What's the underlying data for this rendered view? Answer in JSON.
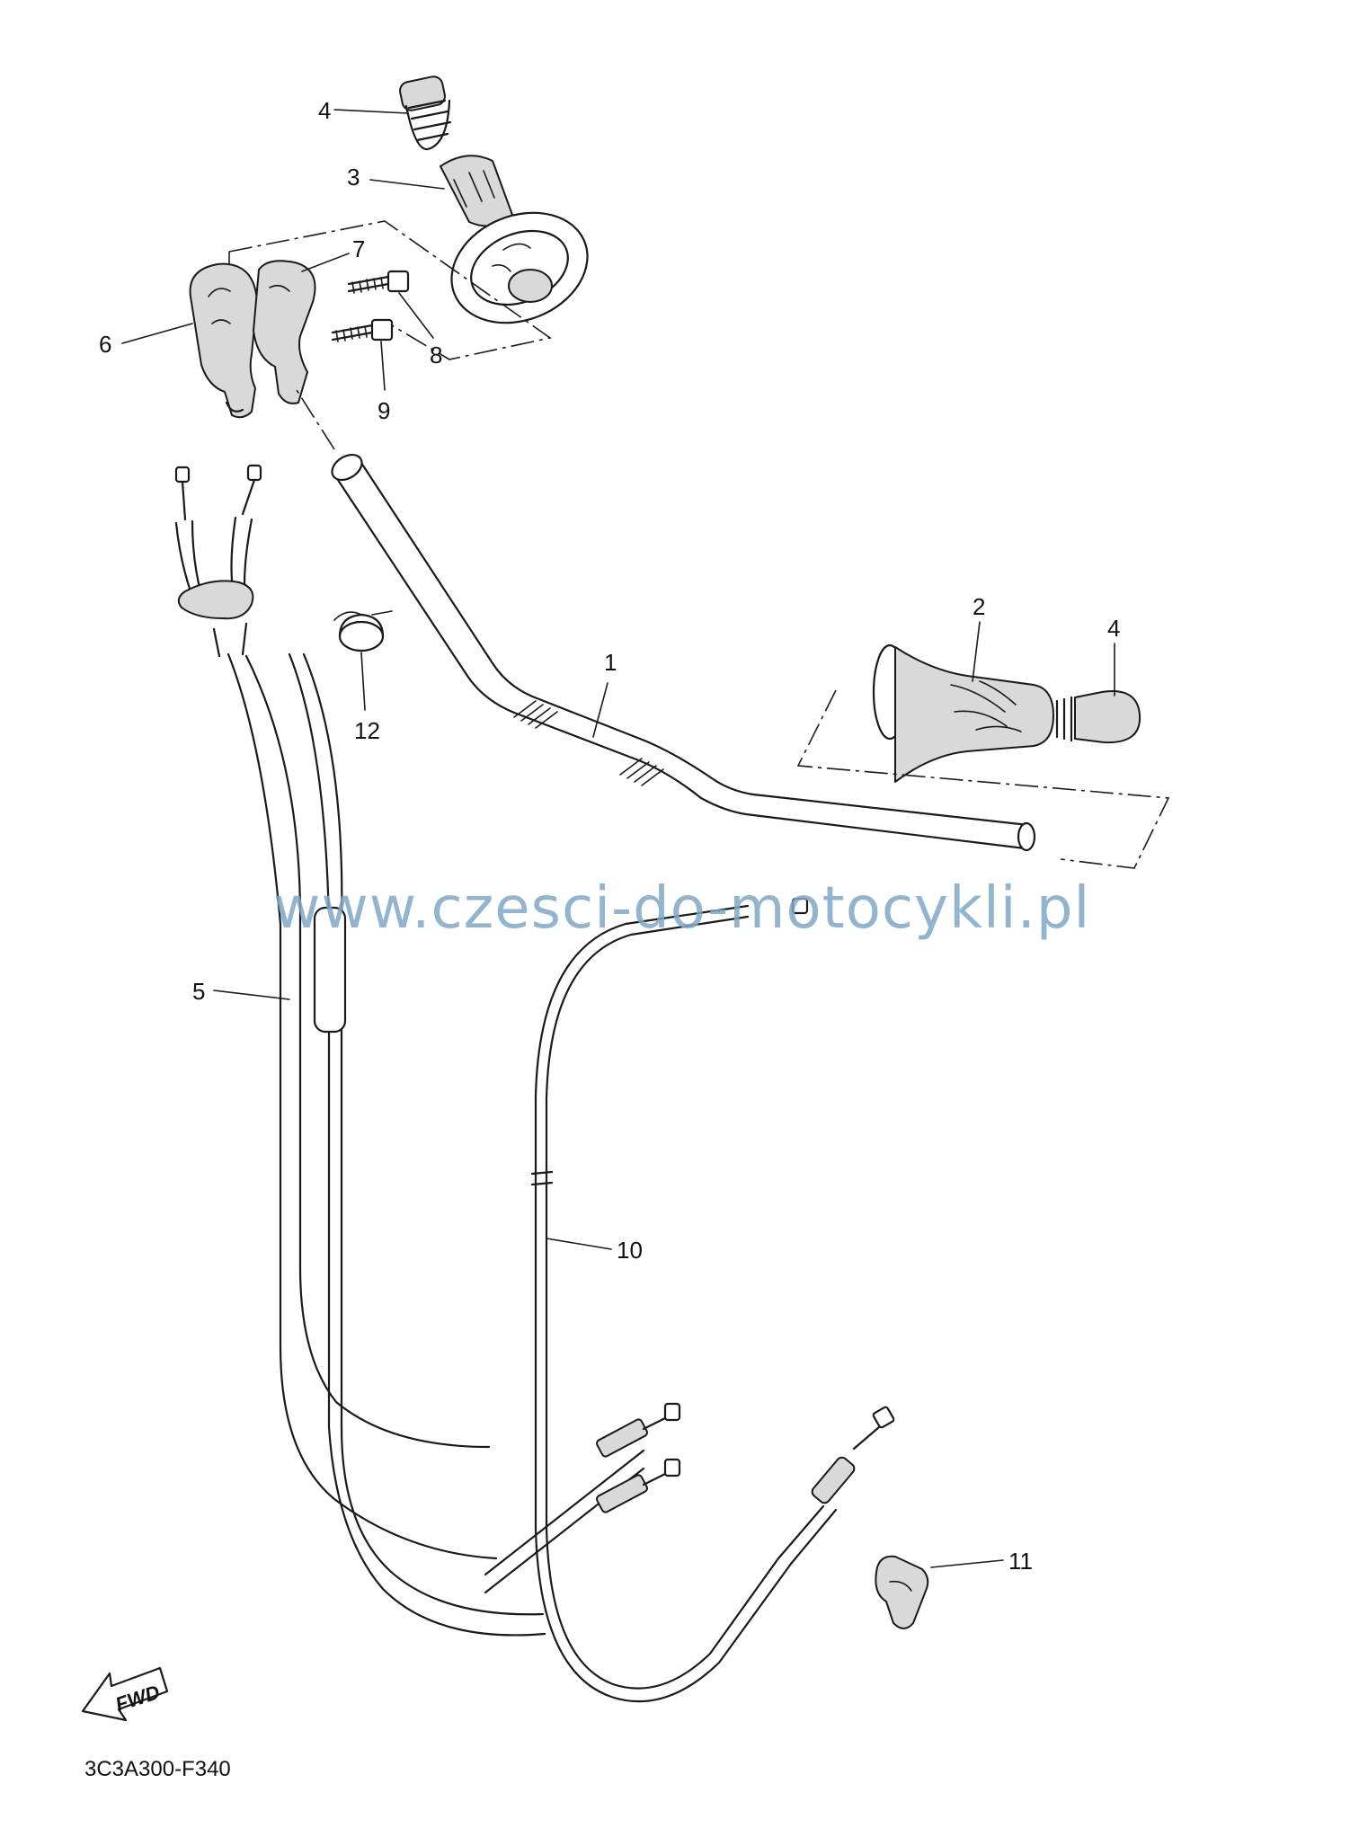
{
  "watermark": "www.czesci-do-motocykli.pl",
  "diagram_code": "3C3A300-F340",
  "fwd_label": "FWD",
  "callouts": {
    "c1": "1",
    "c2": "2",
    "c3": "3",
    "c4a": "4",
    "c4b": "4",
    "c5": "5",
    "c6": "6",
    "c7": "7",
    "c8": "8",
    "c9": "9",
    "c10": "10",
    "c11": "11",
    "c12": "12"
  }
}
